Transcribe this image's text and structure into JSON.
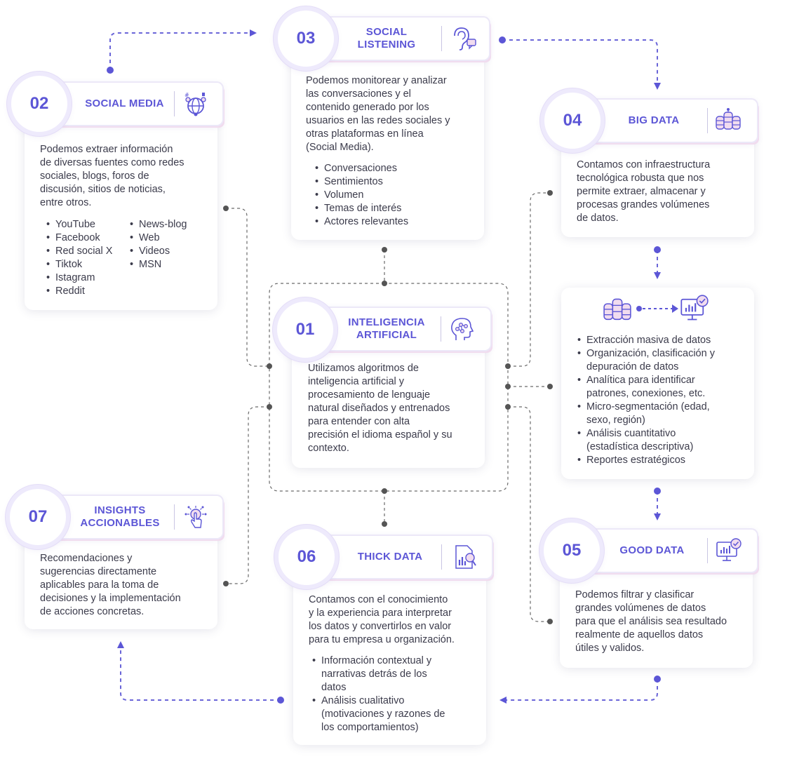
{
  "steps": {
    "s01": {
      "number": "01",
      "title": "INTELIGENCIA\nARTIFICIAL",
      "icon": "ai-head-icon",
      "description": "Utilizamos algoritmos de\ninteligencia artificial y\nprocesamiento de lenguaje\nnatural diseñados y entrenados\npara entender con alta\nprecisión el idioma español y su\ncontexto."
    },
    "s02": {
      "number": "02",
      "title": "SOCIAL MEDIA",
      "icon": "social-globe-icon",
      "description": "Podemos extraer información\nde diversas fuentes como redes\nsociales, blogs, foros de\ndiscusión, sitios de noticias,\nentre otros.",
      "list_col1": [
        "YouTube",
        "Facebook",
        "Red social X",
        "Tiktok",
        "Istagram",
        "Reddit"
      ],
      "list_col2": [
        "News-blog",
        "Web",
        "Videos",
        "MSN"
      ]
    },
    "s03": {
      "number": "03",
      "title": "SOCIAL\nLISTENING",
      "icon": "ear-chat-icon",
      "description": "Podemos monitorear y analizar\nlas conversaciones y el\ncontenido generado por los\nusuarios en las redes sociales y\notras plataformas en línea\n(Social Media).",
      "list": [
        "Conversaciones",
        "Sentimientos",
        "Volumen",
        "Temas de interés",
        "Actores relevantes"
      ]
    },
    "s04": {
      "number": "04",
      "title": "BIG DATA",
      "icon": "database-stack-icon",
      "description": "Contamos con infraestructura\ntecnológica robusta que nos\npermite extraer, almacenar y\nprocesas grandes volúmenes\nde datos."
    },
    "s05": {
      "number": "05",
      "title": "GOOD DATA",
      "icon": "monitor-check-icon",
      "description": "Podemos filtrar y clasificar\ngrandes volúmenes de datos\npara que el análisis sea resultado\nrealmente de aquellos datos\nútiles y validos."
    },
    "s06": {
      "number": "06",
      "title": "THICK DATA",
      "icon": "report-search-icon",
      "description": "Contamos con el conocimiento\ny la experiencia para interpretar\nlos datos y convertirlos en valor\npara tu empresa u organización.",
      "list": [
        "Información contextual y\nnarrativas detrás de los\ndatos",
        "Análisis cualitativo\n(motivaciones y razones de\nlos comportamientos)"
      ]
    },
    "s07": {
      "number": "07",
      "title": "INSIGHTS\nACCIONABLES",
      "icon": "touch-idea-icon",
      "description": "Recomendaciones y\nsugerencias directamente\naplicables para la toma de\ndecisiones y la implementación\nde acciones concretas."
    }
  },
  "process": {
    "icons": [
      "database-stack-icon",
      "monitor-check-icon"
    ],
    "list": [
      "Extracción masiva de datos",
      "Organización, clasificación y\ndepuración de datos",
      "Analítica para identificar\npatrones, conexiones, etc.",
      "Micro-segmentación (edad,\nsexo, región)",
      "Análisis cuantitativo\n(estadística descriptiva)",
      "Reportes estratégicos"
    ]
  },
  "colors": {
    "accent": "#5c56d6",
    "connector_gray": "#555555",
    "pill_shadow": "#f1dcef"
  }
}
